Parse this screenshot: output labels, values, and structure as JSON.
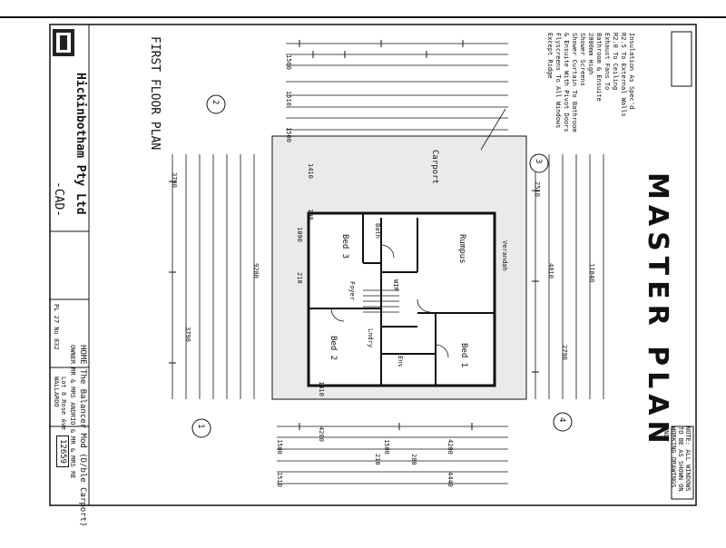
{
  "title": {
    "master_plan": "MASTER PLAN",
    "first_floor_plan": "FIRST FLOOR PLAN"
  },
  "company": {
    "name": "Hickinbotham Pty Ltd",
    "cad": "-CAD-"
  },
  "project": {
    "house": "HOME The Balancer Mod (D/ble Carport)",
    "owner": "OWNER MR & MRS ANDRIO & MR & MRS RE",
    "lot": "Lot 8 Rose Ave",
    "suburb": "WALLAROO",
    "ref": "PL 27 No 832",
    "job": "12659"
  },
  "rooms": {
    "bed3": "Bed 3",
    "bed2": "Bed 2",
    "bed1": "Bed 1",
    "rumpus": "Rumpus",
    "bath": "Bath",
    "lndry": "Lndry",
    "foyer": "Foyer",
    "carport": "Carport",
    "verandah": "Verandah",
    "wir": "WIR",
    "ens": "Ens"
  },
  "notes": {
    "specs": [
      "Insulation As Spec'd",
      "R2.5 To External Walls",
      "R2.0 To Ceiling",
      "Exhaust Fans To",
      "Bathroom & Ensuite",
      "2000mm High",
      "Shower Screens",
      "Shower Curtain To Bathroom",
      "& Ensuite With Pivot Doors",
      "Flyscreens To All Windows",
      "Except Ridge"
    ],
    "disclaimer": "NOTE: ALL WINDOWS TO BE AS SHOWN ON WORKING DRAWINGS ONLY"
  },
  "grid_markers": [
    "1",
    "2",
    "3",
    "4"
  ],
  "dimensions": {
    "top": [
      "1500",
      "1510",
      "1500",
      "1090",
      "210",
      "1410",
      "190",
      "1410",
      "4200"
    ],
    "bottom": [
      "1500",
      "1510",
      "1500",
      "4200",
      "4440",
      "280",
      "210"
    ],
    "left": [
      "3790",
      "3790",
      "9200"
    ],
    "right": [
      "2510",
      "4810",
      "2790",
      "11040"
    ]
  }
}
